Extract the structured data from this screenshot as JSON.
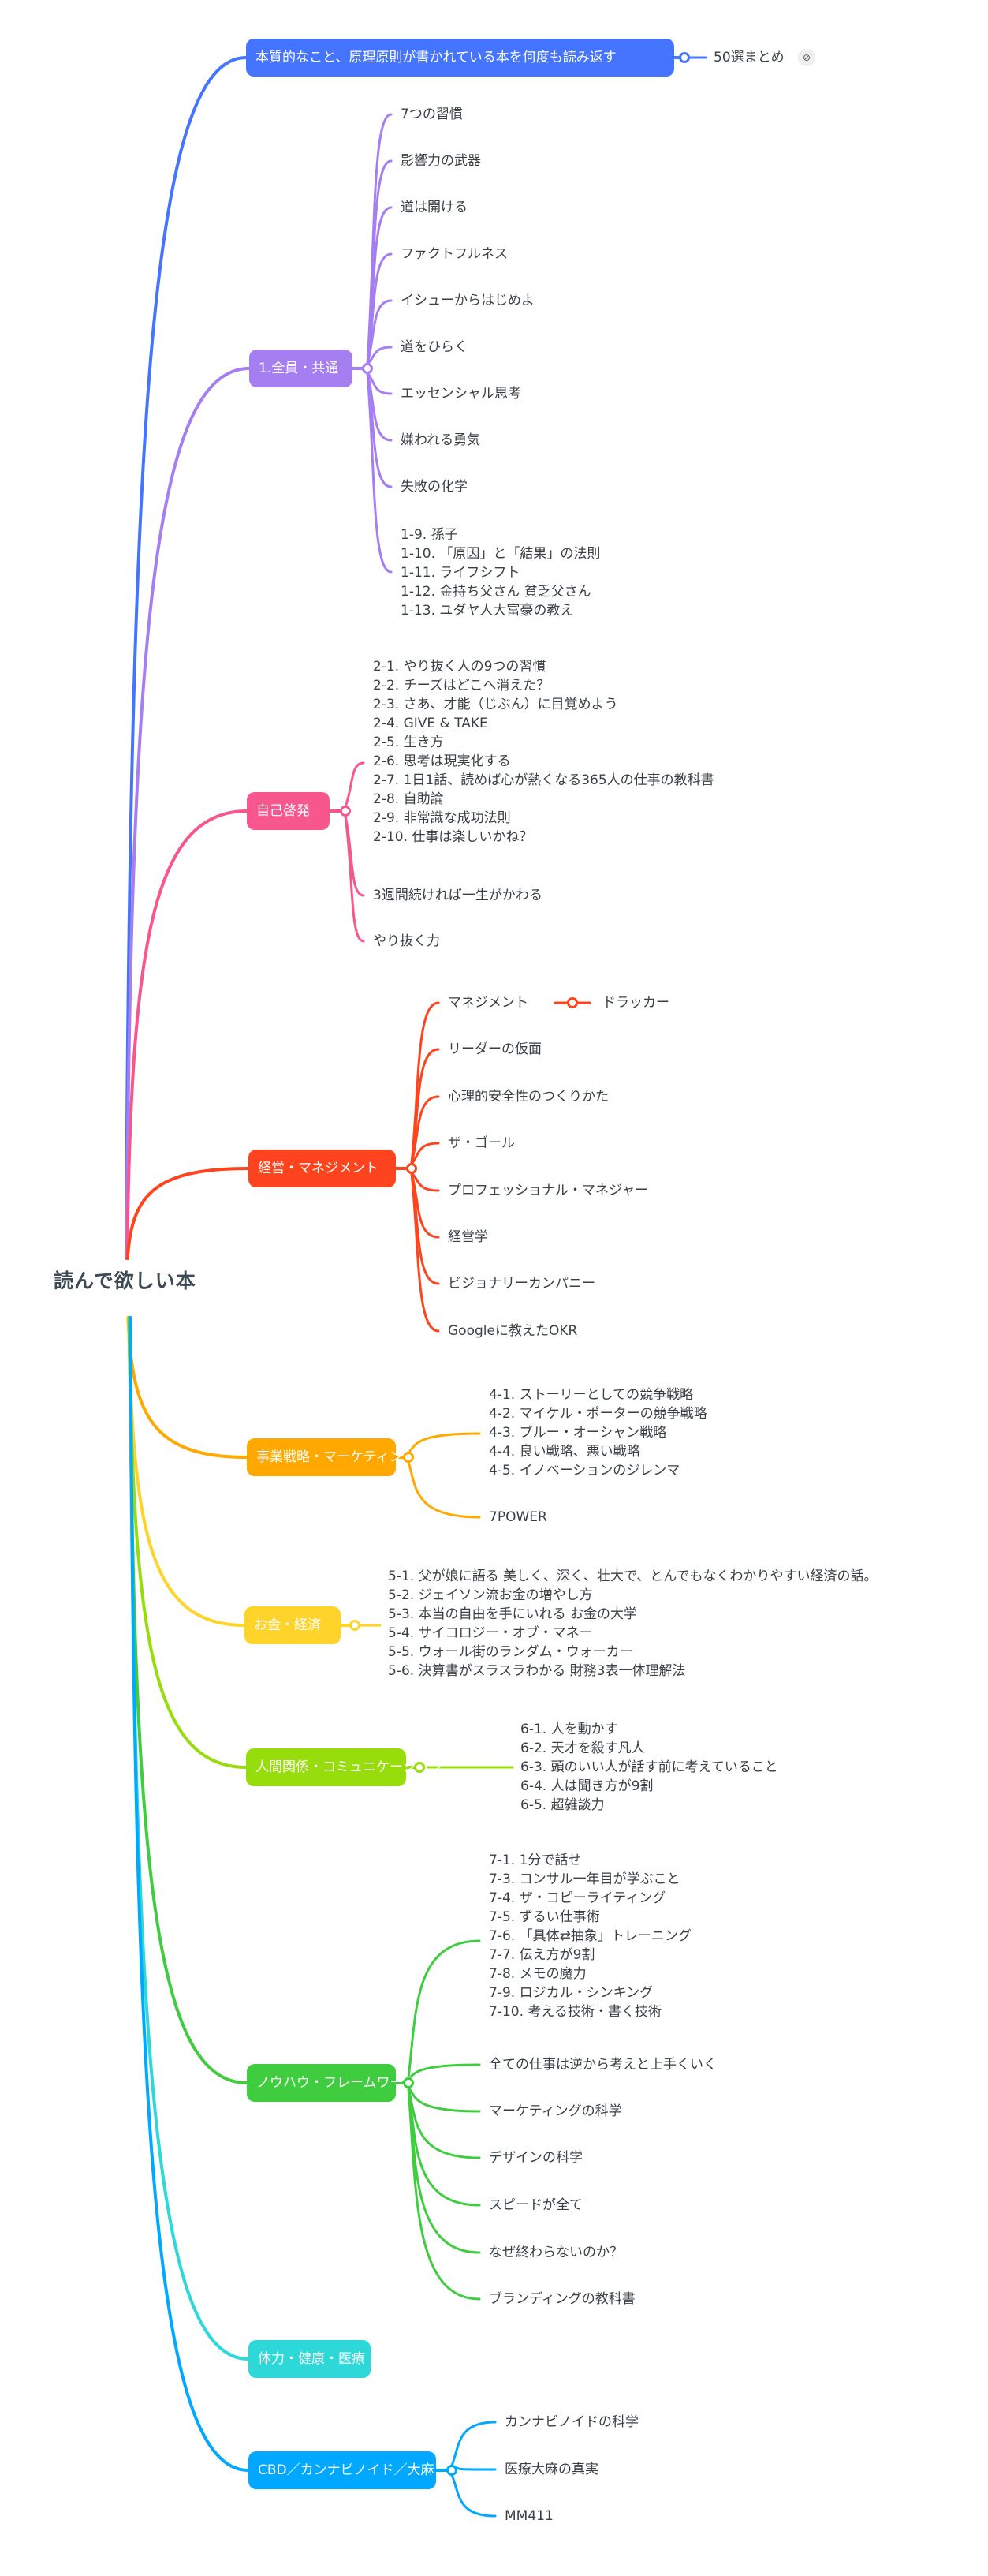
{
  "root": {
    "label": "読んで欲しい本"
  },
  "branches": [
    {
      "id": "b0",
      "label": "本質的なこと、原理原則が書かれている本を何度も読み返す",
      "color": "#4574ff",
      "leaves": [
        {
          "lines": [
            "50選まとめ"
          ],
          "attachment_icon": "paperclip-icon"
        }
      ]
    },
    {
      "id": "b1",
      "label": "1.全員・共通",
      "color": "#a57ef1",
      "leaves": [
        {
          "lines": [
            "7つの習慣"
          ]
        },
        {
          "lines": [
            "影響力の武器"
          ]
        },
        {
          "lines": [
            "道は開ける"
          ]
        },
        {
          "lines": [
            "ファクトフルネス"
          ]
        },
        {
          "lines": [
            "イシューからはじめよ"
          ]
        },
        {
          "lines": [
            "道をひらく"
          ]
        },
        {
          "lines": [
            "エッセンシャル思考"
          ]
        },
        {
          "lines": [
            "嫌われる勇気"
          ]
        },
        {
          "lines": [
            "失敗の化学"
          ]
        },
        {
          "lines": [
            "1-9. 孫子",
            "1-10. 「原因」と「結果」の法則",
            "1-11. ライフシフト",
            "1-12. 金持ち父さん 貧乏父さん",
            "1-13. ユダヤ人大富豪の教え"
          ]
        }
      ]
    },
    {
      "id": "b2",
      "label": "自己啓発",
      "color": "#f7578c",
      "leaves": [
        {
          "lines": [
            "2-1. やり抜く人の9つの習慣",
            "2-2. チーズはどこへ消えた？",
            "2-3. さあ、才能（じぶん）に目覚めよう",
            "2-4. GIVE & TAKE",
            "2-5. 生き方",
            "2-6. 思考は現実化する",
            "2-7. 1日1話、読めば心が熱くなる365人の仕事の教科書",
            "2-8. 自助論",
            "2-9. 非常識な成功法則",
            "2-10. 仕事は楽しいかね？"
          ]
        },
        {
          "lines": [
            "3週間続ければ一生がかわる"
          ]
        },
        {
          "lines": [
            "やり抜く力"
          ]
        }
      ]
    },
    {
      "id": "b3",
      "label": "経営・マネジメント",
      "color": "#fe441e",
      "leaves": [
        {
          "lines": [
            "マネジメント"
          ],
          "child": "ドラッカー"
        },
        {
          "lines": [
            "リーダーの仮面"
          ]
        },
        {
          "lines": [
            "心理的安全性のつくりかた"
          ]
        },
        {
          "lines": [
            "ザ・ゴール"
          ]
        },
        {
          "lines": [
            "プロフェッショナル・マネジャー"
          ]
        },
        {
          "lines": [
            "経営学"
          ]
        },
        {
          "lines": [
            "ビジョナリーカンパニー"
          ]
        },
        {
          "lines": [
            "Googleに教えたOKR"
          ]
        }
      ]
    },
    {
      "id": "b4",
      "label": "事業戦略・マーケティング",
      "color": "#ffa800",
      "leaves": [
        {
          "lines": [
            "4-1. ストーリーとしての競争戦略",
            "4-2. マイケル・ポーターの競争戦略",
            "4-3. ブルー・オーシャン戦略",
            "4-4. 良い戦略、悪い戦略",
            "4-5. イノベーションのジレンマ"
          ]
        },
        {
          "lines": [
            "7POWER"
          ]
        }
      ]
    },
    {
      "id": "b5",
      "label": "お金・経済",
      "color": "#ffd42a",
      "leaves": [
        {
          "lines": [
            "5-1. 父が娘に語る 美しく、深く、壮大で、とんでもなくわかりやすい経済の話。",
            "5-2. ジェイソン流お金の増やし方",
            "5-3. 本当の自由を手にいれる お金の大学",
            "5-4. サイコロジー・オブ・マネー",
            "5-5. ウォール街のランダム・ウォーカー",
            "5-6. 決算書がスラスラわかる 財務3表一体理解法"
          ]
        }
      ]
    },
    {
      "id": "b6",
      "label": "人間関係・コミュニケーション",
      "color": "#97dc0b",
      "leaves": [
        {
          "lines": [
            "6-1. 人を動かす",
            "6-2. 天才を殺す凡人",
            "6-3. 頭のいい人が話す前に考えていること",
            "6-4. 人は聞き方が9割",
            "6-5. 超雑談力"
          ]
        }
      ]
    },
    {
      "id": "b7",
      "label": "ノウハウ・フレームワーク",
      "color": "#3fcd3f",
      "leaves": [
        {
          "lines": [
            "7-1. 1分で話せ",
            "7-3. コンサル一年目が学ぶこと",
            "7-4. ザ・コピーライティング",
            "7-5. ずるい仕事術",
            "7-6. 「具体⇄抽象」トレーニング",
            "7-7. 伝え方が9割",
            "7-8. メモの魔力",
            "7-9. ロジカル・シンキング",
            "7-10. 考える技術・書く技術"
          ]
        },
        {
          "lines": [
            "全ての仕事は逆から考えと上手くいく"
          ]
        },
        {
          "lines": [
            "マーケティングの科学"
          ]
        },
        {
          "lines": [
            "デザインの科学"
          ]
        },
        {
          "lines": [
            "スピードが全て"
          ]
        },
        {
          "lines": [
            "なぜ終わらないのか？"
          ]
        },
        {
          "lines": [
            "ブランディングの教科書"
          ]
        }
      ]
    },
    {
      "id": "b8",
      "label": "体力・健康・医療",
      "color": "#2ed8d8",
      "leaves": []
    },
    {
      "id": "b9",
      "label": "CBD／カンナビノイド／大麻",
      "color": "#00a9ff",
      "leaves": [
        {
          "lines": [
            "カンナビノイドの科学"
          ]
        },
        {
          "lines": [
            "医療大麻の真実"
          ]
        },
        {
          "lines": [
            "MM411"
          ]
        }
      ]
    }
  ]
}
